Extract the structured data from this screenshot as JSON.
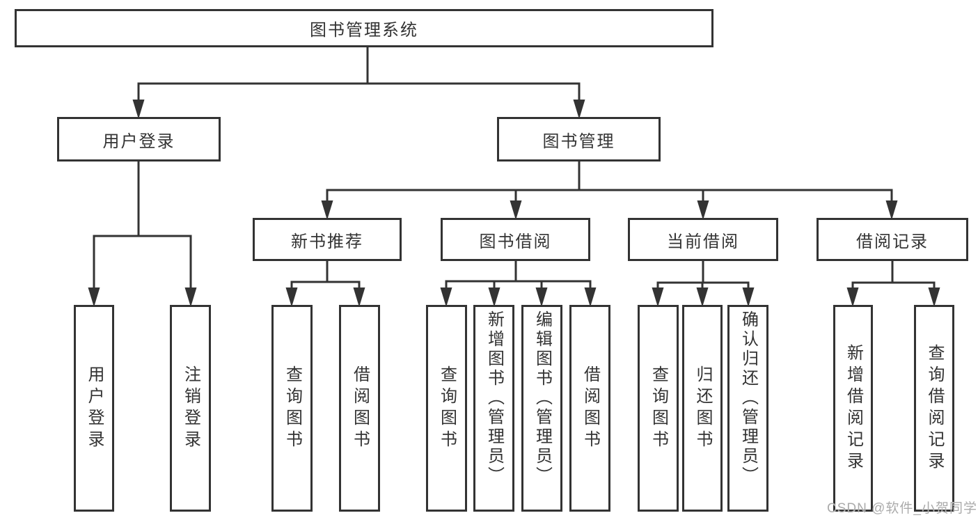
{
  "diagram": {
    "type": "org-tree",
    "colors": {
      "line": "#333333",
      "box_border": "#333333",
      "text": "#333333",
      "background": "#ffffff",
      "watermark": "#ababab"
    },
    "tree": {
      "root": {
        "label": "图书管理系统"
      },
      "children": [
        {
          "label": "用户登录",
          "children": [
            {
              "label": "用户登录"
            },
            {
              "label": "注销登录"
            }
          ]
        },
        {
          "label": "图书管理",
          "children": [
            {
              "label": "新书推荐",
              "children": [
                {
                  "label": "查询图书"
                },
                {
                  "label": "借阅图书"
                }
              ]
            },
            {
              "label": "图书借阅",
              "children": [
                {
                  "label": "查询图书"
                },
                {
                  "label": "新增图书（管理员）"
                },
                {
                  "label": "编辑图书（管理员）"
                },
                {
                  "label": "借阅图书"
                }
              ]
            },
            {
              "label": "当前借阅",
              "children": [
                {
                  "label": "查询图书"
                },
                {
                  "label": "归还图书"
                },
                {
                  "label": "确认归还（管理员）"
                }
              ]
            },
            {
              "label": "借阅记录",
              "children": [
                {
                  "label": "新增借阅记录"
                },
                {
                  "label": "查询借阅记录"
                }
              ]
            }
          ]
        }
      ]
    },
    "watermark": {
      "text": "CSDN @软件_小贺同学"
    }
  }
}
